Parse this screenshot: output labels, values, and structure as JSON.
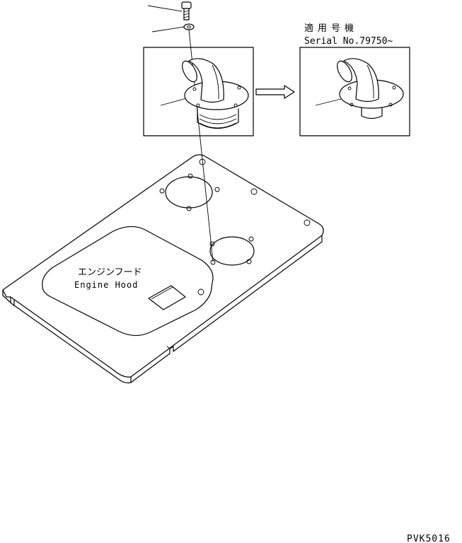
{
  "applicable_serial": {
    "jp_label": "適用号機",
    "en_label": "Serial No.79750~"
  },
  "engine_hood": {
    "jp_label": "エンジンフード",
    "en_label": "Engine Hood"
  },
  "drawing_code": "PVK5016"
}
